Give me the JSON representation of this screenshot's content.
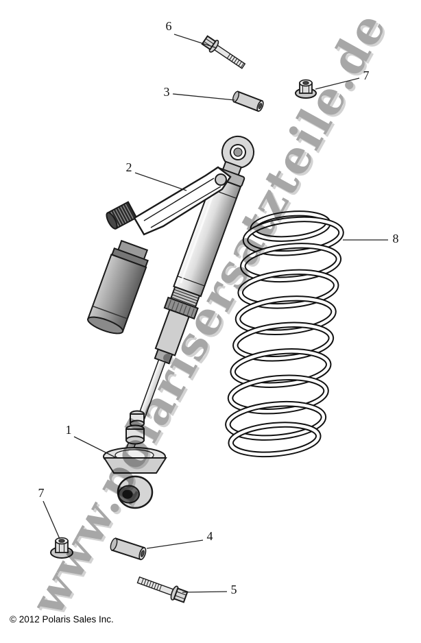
{
  "diagram": {
    "watermark": "www.polarisersatzteile.de",
    "copyright": "© 2012 Polaris Sales Inc.",
    "callouts": [
      {
        "label": "6",
        "part": "upper-mount-bolt"
      },
      {
        "label": "3",
        "part": "upper-spacer"
      },
      {
        "label": "7",
        "part": "upper-flange-nut"
      },
      {
        "label": "2",
        "part": "shock-absorber-body"
      },
      {
        "label": "8",
        "part": "coil-spring"
      },
      {
        "label": "1",
        "part": "shock-shaft-lower-mount"
      },
      {
        "label": "7",
        "part": "lower-flange-nut"
      },
      {
        "label": "4",
        "part": "lower-spacer"
      },
      {
        "label": "5",
        "part": "lower-mount-bolt"
      }
    ],
    "colors": {
      "line": "#1a1a1a",
      "watermark": "#949494",
      "watermark_shadow": "#c9c9c9",
      "background": "#ffffff"
    }
  }
}
